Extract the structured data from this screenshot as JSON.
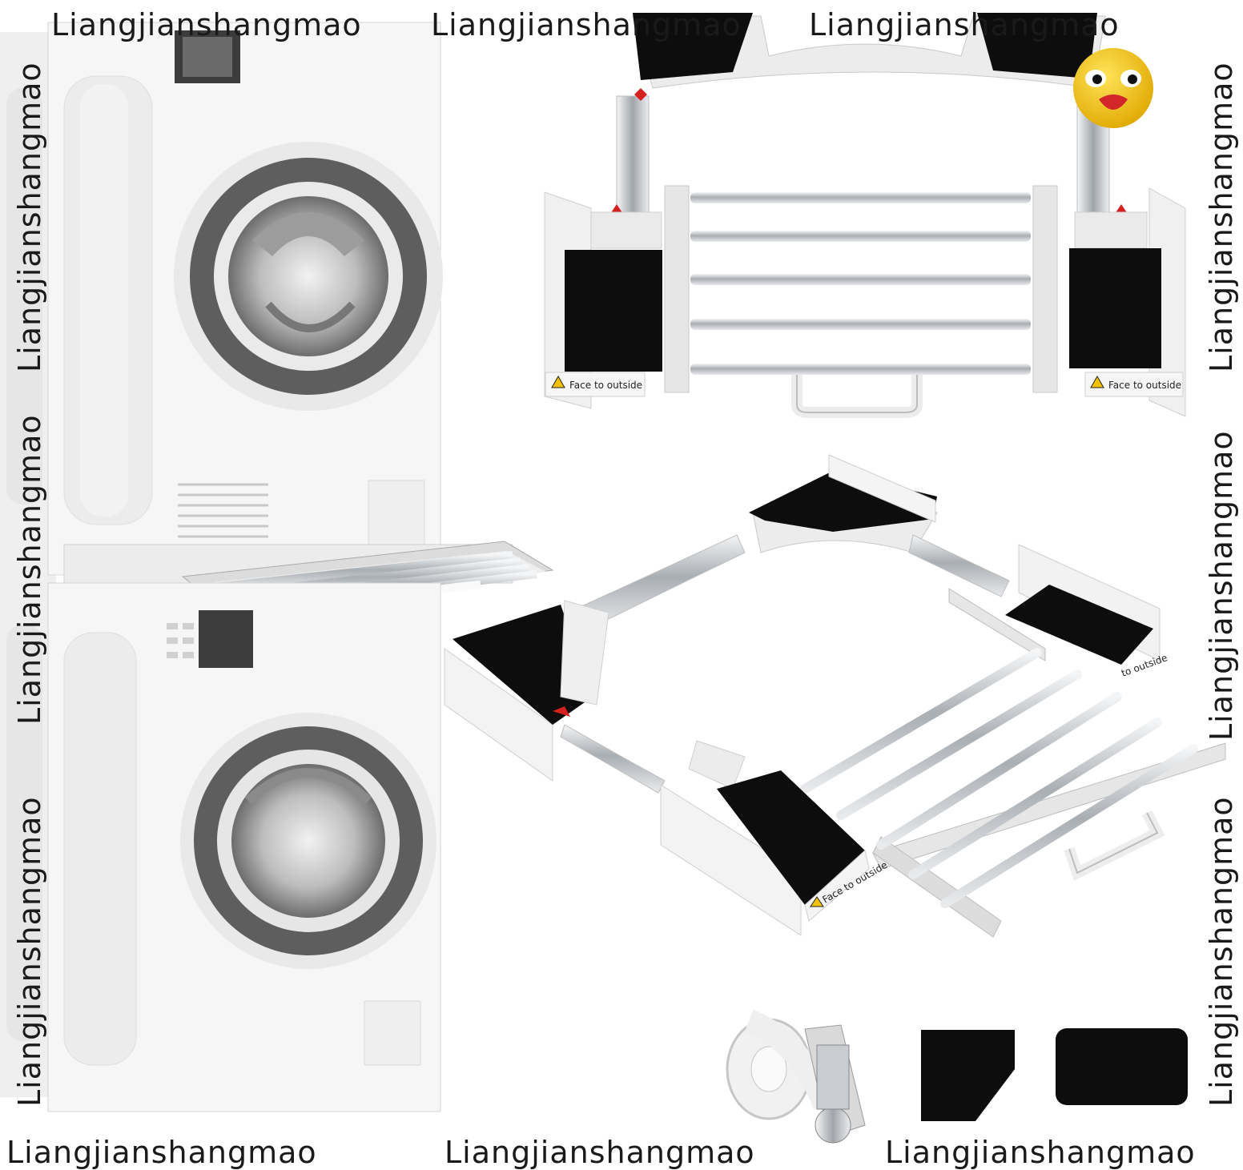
{
  "watermark": {
    "text": "Liangjianshangmao",
    "color": "#1a1a1a"
  },
  "product": {
    "label_face_outside": "Face to outside",
    "label_to_outside": "to outside"
  },
  "colors": {
    "appliance_white": "#f4f4f4",
    "door_gray": "#5e5e5e",
    "pad_black": "#0d0d0d",
    "chrome": "#bfc3c7",
    "towel": "#7a6f63",
    "arrow_red": "#d62020",
    "duck_yellow": "#f2c200"
  }
}
